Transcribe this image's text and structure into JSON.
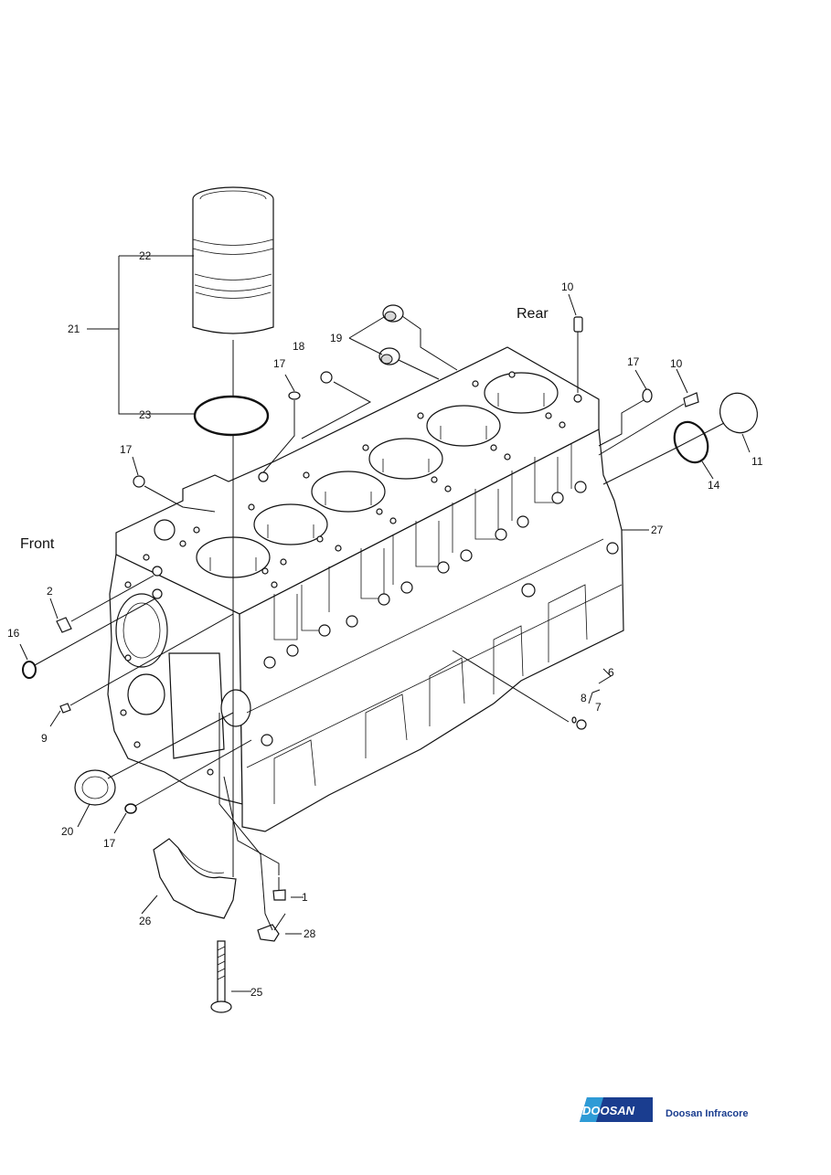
{
  "orientation": {
    "front_label": "Front",
    "rear_label": "Rear"
  },
  "callouts": {
    "c1": "1",
    "c2": "2",
    "c6": "6",
    "c7": "7",
    "c8": "8",
    "c9": "9",
    "c10a": "10",
    "c10b": "10",
    "c11": "11",
    "c14": "14",
    "c16": "16",
    "c17a": "17",
    "c17b": "17",
    "c17c": "17",
    "c17d": "17",
    "c18": "18",
    "c19": "19",
    "c20": "20",
    "c21": "21",
    "c22": "22",
    "c23": "23",
    "c25": "25",
    "c26": "26",
    "c27": "27",
    "c28": "28"
  },
  "footer": {
    "logo_text": "DOOSAN",
    "brand_text": "Doosan Infracore",
    "logo_color": "#1a3d8f",
    "logo_accent": "#2e9bd6"
  }
}
